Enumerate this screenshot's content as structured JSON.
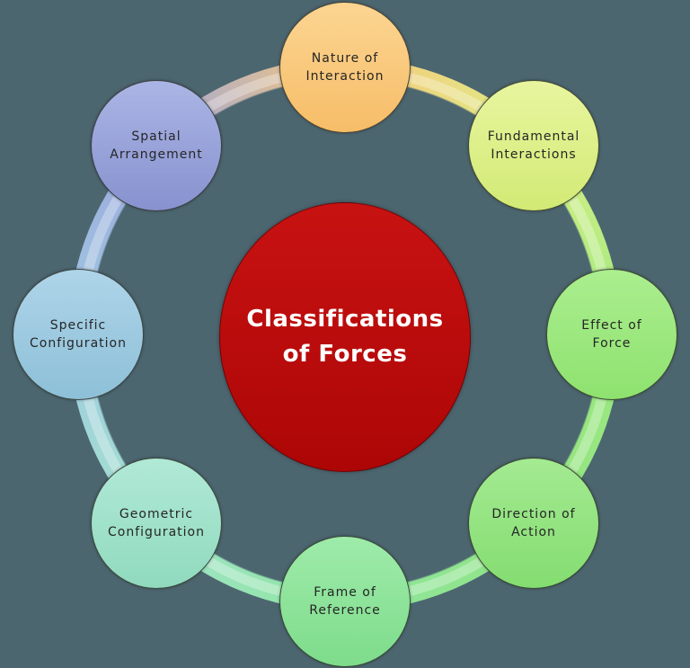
{
  "background_color": "#4c6670",
  "title": "Classifications of Forces",
  "center": {
    "line1": "Classifications",
    "line2": "of Forces",
    "fill_top": "#c81212",
    "fill_bottom": "#ad0606",
    "text_color": "#ffffff"
  },
  "ring": {
    "colors": [
      "#f7c77d",
      "#dcef86",
      "#9ce97e",
      "#92e383",
      "#8de69e",
      "#a3e2cc",
      "#a0cbe2",
      "#9ba6db"
    ],
    "highlight_color": "rgba(255,255,255,0.30)"
  },
  "nodes": [
    {
      "id": "nature-of-interaction",
      "line1": "Nature of",
      "line2": "Interaction",
      "fill_top": "#fcd592",
      "fill_bottom": "#f6bd68"
    },
    {
      "id": "fundamental-interactions",
      "line1": "Fundamental",
      "line2": "Interactions",
      "fill_top": "#e8f59f",
      "fill_bottom": "#d2ea75"
    },
    {
      "id": "effect-of-force",
      "line1": "Effect of",
      "line2": "Force",
      "fill_top": "#abee8f",
      "fill_bottom": "#8ee26f"
    },
    {
      "id": "direction-of-action",
      "line1": "Direction of",
      "line2": "Action",
      "fill_top": "#a4ea92",
      "fill_bottom": "#84dd71"
    },
    {
      "id": "frame-of-reference",
      "line1": "Frame of",
      "line2": "Reference",
      "fill_top": "#9eebaa",
      "fill_bottom": "#7edc8b"
    },
    {
      "id": "geometric-configuration",
      "line1": "Geometric",
      "line2": "Configuration",
      "fill_top": "#b1e9d7",
      "fill_bottom": "#90dabe"
    },
    {
      "id": "specific-configuration",
      "line1": "Specific",
      "line2": "Configuration",
      "fill_top": "#aed4e9",
      "fill_bottom": "#8dc0d8"
    },
    {
      "id": "spatial-arrangement",
      "line1": "Spatial",
      "line2": "Arrangement",
      "fill_top": "#abb5e5",
      "fill_bottom": "#8792cf"
    }
  ],
  "text_color": "#262626"
}
